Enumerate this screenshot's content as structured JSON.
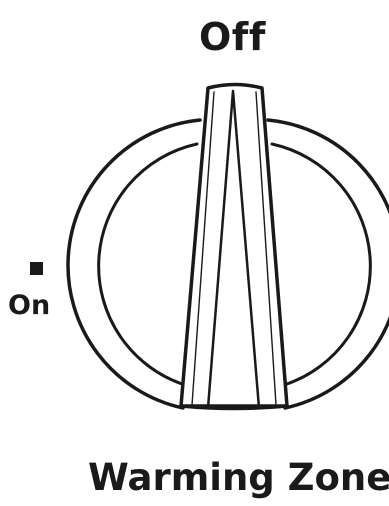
{
  "labels": {
    "off": "Off",
    "on": "On",
    "zone": "Warming Zone"
  },
  "knob": {
    "stroke_color": "#1a1a1a",
    "fill_color": "#ffffff",
    "position": "Off"
  }
}
